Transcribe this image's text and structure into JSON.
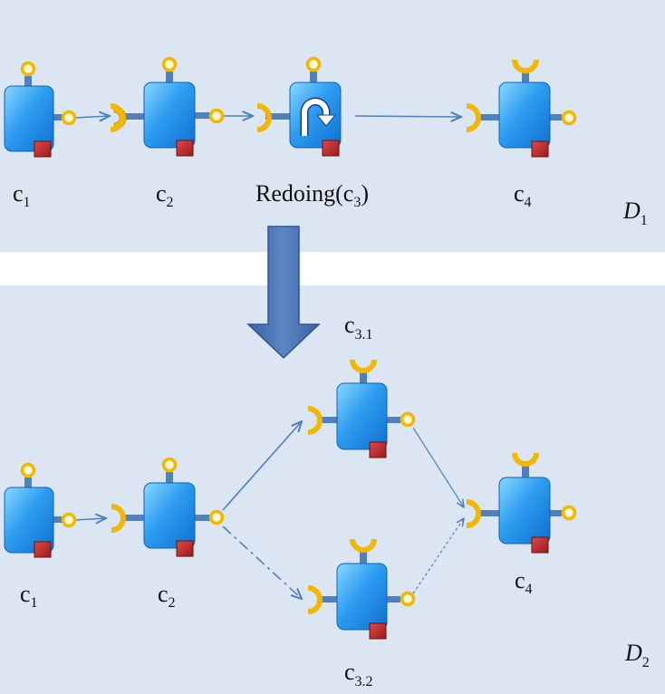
{
  "d1": {
    "name": "D",
    "name_sub": "1",
    "components": [
      {
        "id": "c1",
        "base": "c",
        "sub": "1",
        "prefix": "",
        "suffix": ""
      },
      {
        "id": "c2",
        "base": "c",
        "sub": "2",
        "prefix": "",
        "suffix": ""
      },
      {
        "id": "c3",
        "base": "c",
        "sub": "3",
        "prefix": "Redoing(",
        "suffix": ")"
      },
      {
        "id": "c4",
        "base": "c",
        "sub": "4",
        "prefix": "",
        "suffix": ""
      }
    ]
  },
  "d2": {
    "name": "D",
    "name_sub": "2",
    "components": [
      {
        "id": "c1",
        "base": "c",
        "sub": "1"
      },
      {
        "id": "c2",
        "base": "c",
        "sub": "2"
      },
      {
        "id": "c3_1",
        "base": "c",
        "sub": "3.1"
      },
      {
        "id": "c3_2",
        "base": "c",
        "sub": "3.2"
      },
      {
        "id": "c4",
        "base": "c",
        "sub": "4"
      }
    ]
  },
  "colors": {
    "panel": "#dce6f2",
    "component": "#1e90ff",
    "component_light": "#7fd0ff",
    "port": "#f2b705",
    "wire": "#4f81bd",
    "badge": "#c0272d",
    "transform_arrow": "#4a74b2"
  },
  "icons": {
    "redo": "redo-icon",
    "provided_port": "lollipop-icon",
    "required_port": "socket-icon",
    "transformation": "down-arrow-icon"
  }
}
